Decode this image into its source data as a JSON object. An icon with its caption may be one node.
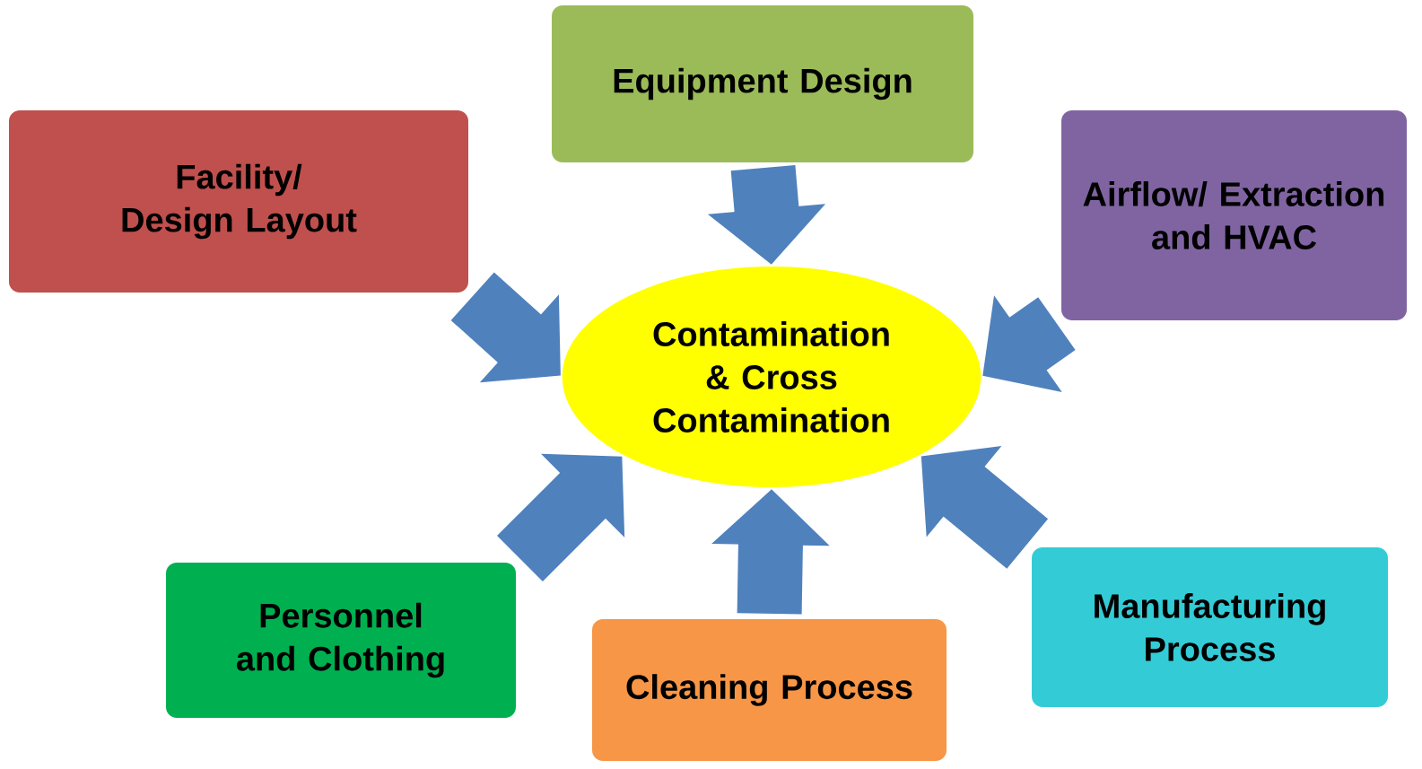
{
  "diagram": {
    "nodes": [
      {
        "text": [
          "Equipment Design"
        ]
      },
      {
        "text": [
          "Facility/ Design Layout"
        ]
      },
      {
        "text": [
          "Airflow/ Extraction and HVAC"
        ]
      },
      {
        "text": [
          "Contamination & Cross Contamination"
        ]
      },
      {
        "text": [
          "Personnel and Clothing"
        ]
      },
      {
        "text": [
          "Cleaning Process"
        ]
      },
      {
        "text": [
          "Manufacturing Process"
        ]
      }
    ],
    "edges": [
      {
        "from": 0,
        "to": 3,
        "arrow": "to"
      },
      {
        "from": 1,
        "to": 3,
        "arrow": "to"
      },
      {
        "from": 2,
        "to": 3,
        "arrow": "to"
      },
      {
        "from": 4,
        "to": 3,
        "arrow": "to"
      },
      {
        "from": 5,
        "to": 3,
        "arrow": "to"
      },
      {
        "from": 6,
        "to": 3,
        "arrow": "to"
      }
    ]
  }
}
